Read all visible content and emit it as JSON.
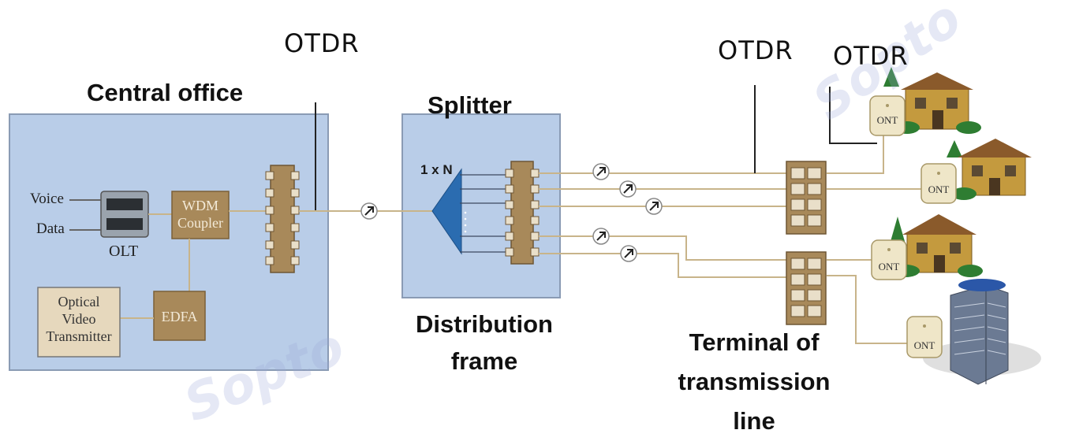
{
  "labels": {
    "otdr_1": "OTDR",
    "otdr_2": "OTDR",
    "otdr_3": "OTDR",
    "central_office": "Central office",
    "splitter": "Splitter",
    "split_ratio": "1 x N",
    "distribution_frame": "Distribution\nframe",
    "terminal": "Terminal of\ntransmission\nline",
    "voice": "Voice",
    "data": "Data",
    "olt": "OLT",
    "wdm_coupler": "WDM\nCoupler",
    "edfa": "EDFA",
    "optical_video_transmitter": "Optical\nVideo\nTransmitter",
    "ont": "ONT",
    "watermark": "Sopto"
  },
  "colors": {
    "box_blue": "#b8cce8",
    "box_border": "#7c8ea8",
    "component_brown": "#a8895a",
    "fiber": "#c8b48a",
    "panel_beige": "#e8ddc6"
  }
}
